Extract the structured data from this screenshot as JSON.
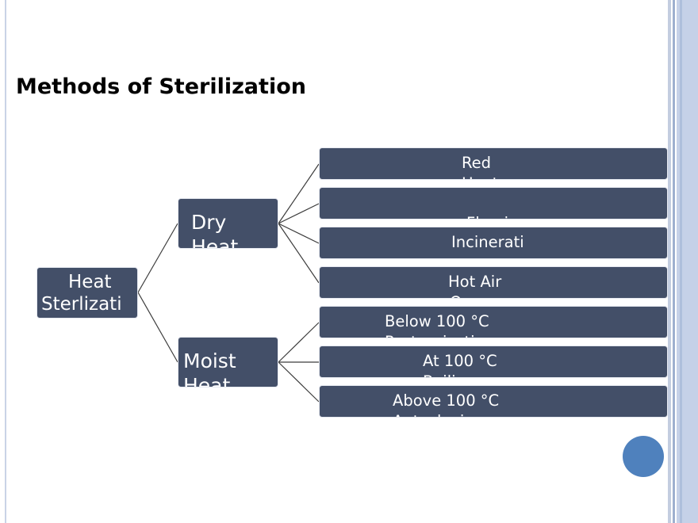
{
  "slide": {
    "title": "Methods of Sterilization"
  },
  "diagram": {
    "root": {
      "line1": "Heat",
      "line2": "Sterlizati"
    },
    "dry_heat": {
      "line1": "Dry",
      "line2": "Heat",
      "children": [
        {
          "line1": "Red",
          "line2": "Heat"
        },
        {
          "line1": "",
          "line2": "Flami"
        },
        {
          "line1": "Incinerati",
          "line2": ""
        },
        {
          "line1": "Hot Air",
          "line2": "Oven"
        }
      ]
    },
    "moist_heat": {
      "line1": "Moist",
      "line2": "Heat",
      "children": [
        {
          "line1": "Below 100 °C ",
          "line2": "Pasteurisation"
        },
        {
          "line1": "At 100 °C ",
          "line2": "Boiling"
        },
        {
          "line1": "Above 100 °C ",
          "line2": "Autoclaving"
        }
      ]
    }
  },
  "colors": {
    "node_fill": "#434f68",
    "node_border": "#e6e9f0",
    "connector": "#3c3c3c",
    "accent_circle": "#4f81bd"
  }
}
